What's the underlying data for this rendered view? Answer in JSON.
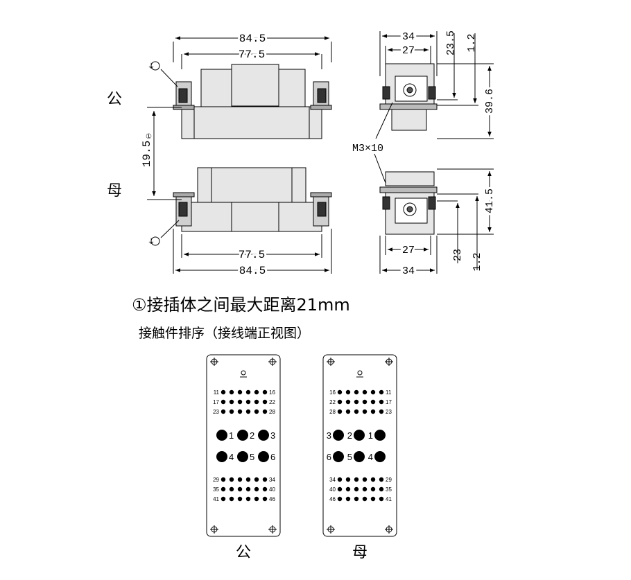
{
  "labels": {
    "male": "公",
    "female": "母",
    "footnote": "①接插体之间最大距离21mm",
    "pin_arrangement_title": "接触件排序（接线端正视图）",
    "screw": "M3×10",
    "ground_symbol": "⏚"
  },
  "dimensions": {
    "top_outer_width": "84.5",
    "top_inner_width": "77.5",
    "bottom_inner_width": "77.5",
    "bottom_outer_width": "84.5",
    "gap_height": "19.5",
    "gap_note": "①",
    "side_top_width": "34",
    "side_top_inner": "27",
    "side_top_h1": "23.5",
    "side_top_h2": "1.2",
    "side_top_total": "39.6",
    "side_bot_total": "41.5",
    "side_bot_h1": "23",
    "side_bot_h2": "1.2",
    "side_bot_inner": "27",
    "side_bot_width": "34"
  },
  "pinout": {
    "male": {
      "small_rows": [
        [
          "11",
          "16"
        ],
        [
          "17",
          "22"
        ],
        [
          "23",
          "28"
        ],
        [
          "29",
          "34"
        ],
        [
          "35",
          "40"
        ],
        [
          "41",
          "46"
        ]
      ],
      "big_row1": [
        "1",
        "2",
        "3"
      ],
      "big_row2": [
        "4",
        "5",
        "6"
      ]
    },
    "female": {
      "small_rows": [
        [
          "16",
          "11"
        ],
        [
          "22",
          "17"
        ],
        [
          "28",
          "23"
        ],
        [
          "34",
          "29"
        ],
        [
          "40",
          "35"
        ],
        [
          "46",
          "41"
        ]
      ],
      "big_row1": [
        "3",
        "2",
        "1"
      ],
      "big_row2": [
        "6",
        "5",
        "4"
      ]
    }
  },
  "colors": {
    "line": "#000000",
    "body_fill": "#e6e6e6",
    "body_dark": "#bfbfbf"
  }
}
